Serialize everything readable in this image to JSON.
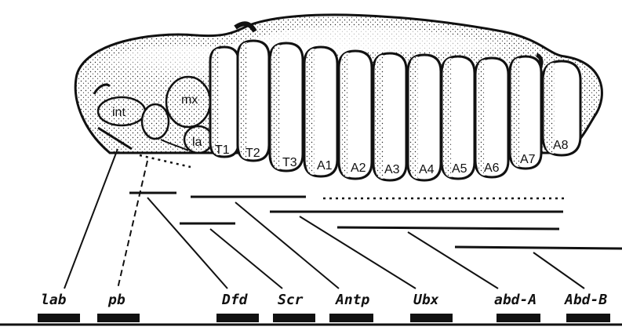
{
  "segments": {
    "int": "int",
    "mx": "mx",
    "la": "la",
    "T1": "T1",
    "T2": "T2",
    "T3": "T3",
    "A1": "A1",
    "A2": "A2",
    "A3": "A3",
    "A4": "A4",
    "A5": "A5",
    "A6": "A6",
    "A7": "A7",
    "A8": "A8"
  },
  "genes": [
    "lab",
    "pb",
    "Dfd",
    "Scr",
    "Antp",
    "Ubx",
    "abd-A",
    "Abd-B"
  ],
  "colors": {
    "ink": "#111111",
    "paper": "#ffffff"
  }
}
